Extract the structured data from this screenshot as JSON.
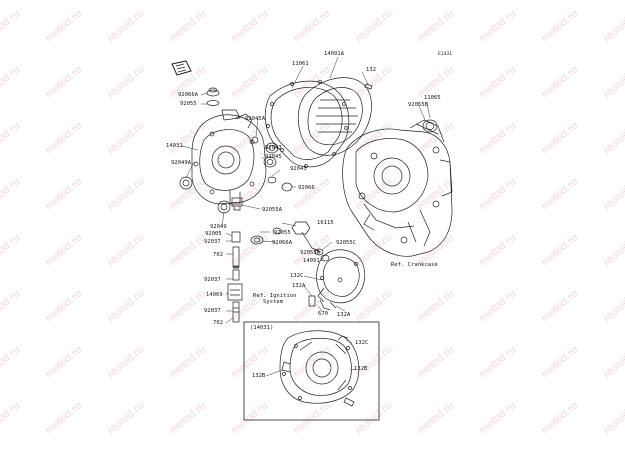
{
  "diagram": {
    "drawing_code": "E1431",
    "watermark": "motod.ru",
    "inset_label": "(14031)",
    "labels": {
      "p14091A": "14091A",
      "p11061": "11061",
      "p132": "132",
      "p92066A": "92066A",
      "p92055": "92055",
      "p92055B": "92055B",
      "p11065": "11065",
      "p92045A": "92045A",
      "p14031": "14031",
      "p92043a": "92043",
      "p92045": "92045",
      "p92043b": "92043",
      "p92049A": "92049A",
      "p92066": "92066",
      "p92055A": "92055A",
      "p16115": "16115",
      "p92049": "92049",
      "p92005": "92005",
      "p92055r": "92055",
      "p92037a": "92037",
      "p92066Ar": "92066A",
      "p92055C": "92055C",
      "p702a": "702",
      "p92055D": "92055D",
      "p14091": "14091",
      "ref_crankcase": "Ref. Crankcase",
      "p132C": "132C",
      "p132A": "132A",
      "p92037b": "92037",
      "p14069": "14069",
      "ref_ignition_1": "Ref. Ignition",
      "ref_ignition_2": "System",
      "p92037c": "92037",
      "p670": "670",
      "p132Ab": "132A",
      "p702b": "702",
      "p132Cb": "132C",
      "p132Bl": "132B",
      "p132Br": "132B"
    }
  }
}
